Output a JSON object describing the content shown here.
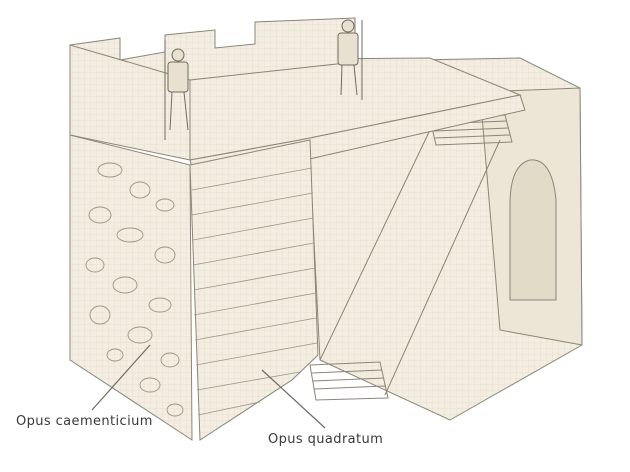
{
  "labels": {
    "caementicium": "Opus caementicium",
    "quadratum": "Opus quadratum"
  },
  "colors": {
    "background": "#ffffff",
    "paper": "#f3eee1",
    "ink": "#8b8576",
    "leader": "#6f6b62",
    "text": "#3a3a3a"
  },
  "figures": [
    "soldier",
    "soldier"
  ]
}
